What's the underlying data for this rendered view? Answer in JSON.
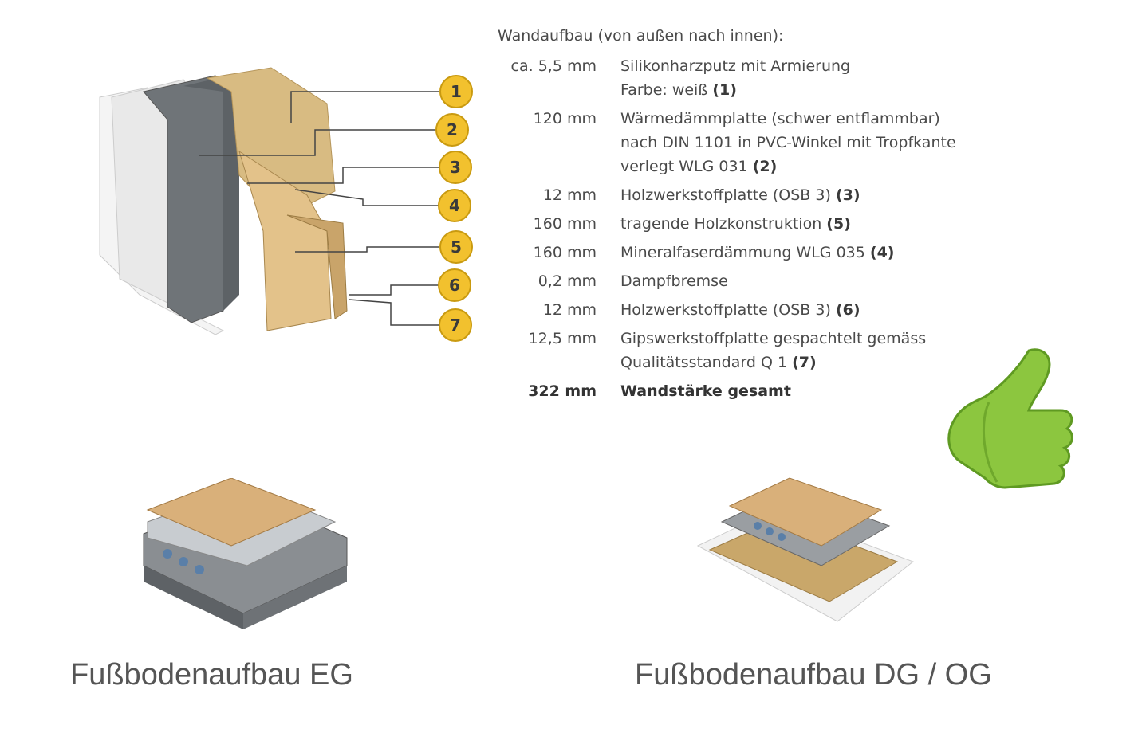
{
  "wall": {
    "callouts": [
      "1",
      "2",
      "3",
      "4",
      "5",
      "6",
      "7"
    ],
    "callout_color": "#f2c12e"
  },
  "spec": {
    "heading": "Wandaufbau (von außen nach innen):",
    "rows": [
      {
        "thickness": "ca. 5,5 mm",
        "lines": [
          "Silikonharzputz mit Armierung",
          "Farbe: weiß"
        ],
        "ref": "(1)"
      },
      {
        "thickness": "120 mm",
        "lines": [
          "Wärmedämmplatte (schwer entflammbar)",
          "nach DIN 1101 in PVC-Winkel mit Tropfkante",
          "verlegt WLG 031"
        ],
        "ref": "(2)"
      },
      {
        "thickness": "12 mm",
        "lines": [
          "Holzwerkstoffplatte (OSB 3)"
        ],
        "ref": "(3)"
      },
      {
        "thickness": "160 mm",
        "lines": [
          "tragende Holzkonstruktion"
        ],
        "ref": "(5)"
      },
      {
        "thickness": "160 mm",
        "lines": [
          "Mineralfaserdämmung WLG 035"
        ],
        "ref": "(4)"
      },
      {
        "thickness": "0,2 mm",
        "lines": [
          "Dampfbremse"
        ],
        "ref": ""
      },
      {
        "thickness": "12 mm",
        "lines": [
          "Holzwerkstoffplatte (OSB 3)"
        ],
        "ref": "(6)"
      },
      {
        "thickness": "12,5 mm",
        "lines": [
          "Gipswerkstoffplatte gespachtelt gemäss",
          "Qualitätsstandard Q 1"
        ],
        "ref": "(7)"
      }
    ],
    "total": {
      "thickness": "322 mm",
      "label": "Wandstärke gesamt"
    }
  },
  "captions": {
    "eg": "Fußbodenaufbau EG",
    "dg": "Fußbodenaufbau DG / OG"
  },
  "colors": {
    "thumb": "#8cc63f",
    "text": "#4a4a4a"
  }
}
